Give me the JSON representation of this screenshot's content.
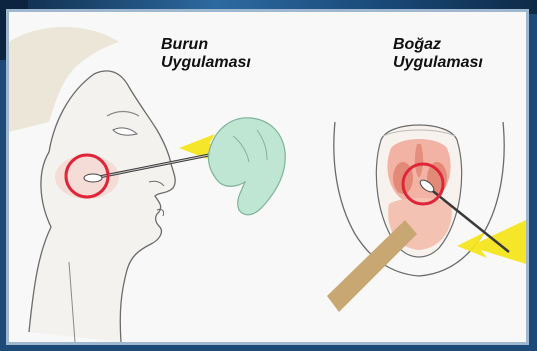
{
  "nose_procedure": {
    "line1": "Burun",
    "line2": "Uygulaması"
  },
  "throat_procedure": {
    "line1": "Boğaz",
    "line2": "Uygulaması"
  },
  "colors": {
    "frame_border": "#9fb7cf",
    "background": "#f7f8f7",
    "arrow_yellow": "#f4e51e",
    "highlight_red": "#e0243a",
    "glove_green": "#bfe6d2",
    "skin_pink": "#f2c1b2",
    "swab_wood": "#c9a772"
  }
}
